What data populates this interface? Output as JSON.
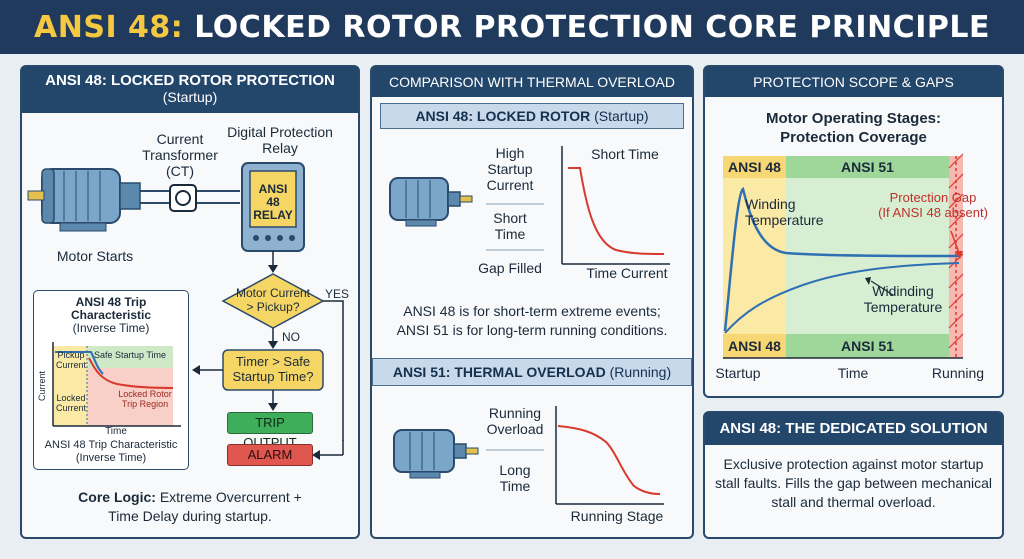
{
  "header": {
    "title_accent": "ANSI 48:",
    "title_rest": " LOCKED ROTOR PROTECTION CORE PRINCIPLE"
  },
  "left": {
    "heading": "ANSI 48: LOCKED ROTOR PROTECTION",
    "heading_sub": "(Startup)",
    "ct_label_1": "Current",
    "ct_label_2": "Transformer",
    "ct_label_3": "(CT)",
    "relay_label_1": "Digital Protection",
    "relay_label_2": "Relay",
    "relay_screen_1": "ANSI",
    "relay_screen_2": "48",
    "relay_screen_3": "RELAY",
    "motor_label": "Motor Starts",
    "decision1_1": "Motor Current",
    "decision1_2": "> Pickup?",
    "yes": "YES",
    "no": "NO",
    "decision2_1": "Timer > Safe",
    "decision2_2": "Startup Time?",
    "trip": "TRIP OUTPUT",
    "alarm": "ALARM",
    "chart_title_1": "ANSI 48 Trip",
    "chart_title_2": "Characteristic",
    "chart_title_3": "(Inverse Time)",
    "chart_pickup_1": "Pickup",
    "chart_pickup_2": "Current",
    "chart_safe": "Safe Startup Time",
    "chart_locked_1": "Locked",
    "chart_locked_2": "Current",
    "chart_region_1": "Locked Rotor",
    "chart_region_2": "Trip Region",
    "chart_ylabel": "Current",
    "chart_xlabel": "Time",
    "chart_caption_1": "ANSI 48 Trip Characteristic",
    "chart_caption_2": "(Inverse Time)",
    "core_bold": "Core Logic:",
    "core_rest": " Extreme Overcurrent +",
    "core_line2": "Time Delay during startup."
  },
  "middle": {
    "heading": "COMPARISON WITH THERMAL OVERLOAD",
    "sec1_bold": "ANSI 48: LOCKED ROTOR",
    "sec1_rest": " (Startup)",
    "high_1": "High",
    "high_2": "Startup",
    "high_3": "Current",
    "short_1": "Short",
    "short_2": "Time",
    "gap": "Gap Filled",
    "c1_top": "Short Time",
    "c1_bottom": "Time Current",
    "summary_1": "ANSI 48 is for short-term extreme events;",
    "summary_2": "ANSI 51 is for long-term running conditions.",
    "sec2_bold": "ANSI 51: THERMAL OVERLOAD",
    "sec2_rest": " (Running)",
    "run_1": "Running",
    "run_2": "Overload",
    "long_1": "Long",
    "long_2": "Time",
    "c2_bottom": "Running Stage"
  },
  "right": {
    "heading": "PROTECTION SCOPE & GAPS",
    "title_1": "Motor Operating Stages:",
    "title_2": "Protection Coverage",
    "a48_top": "ANSI 48",
    "a51_top": "ANSI 51",
    "a48_bottom": "ANSI 48",
    "a51_bottom": "ANSI 51",
    "winding_1": "Winding",
    "winding_2": "Temperature",
    "gap_1": "Protection Gap",
    "gap_2": "(If ANSI 48 absent)",
    "widinding_1": "Widinding",
    "widinding_2": "Temperature",
    "x_start": "Startup",
    "x_time": "Time",
    "x_run": "Running",
    "sol_heading": "ANSI 48: THE DEDICATED SOLUTION",
    "sol_1": "Exclusive protection against motor startup",
    "sol_2": "stall faults. Fills the gap between mechanical",
    "sol_3": "stall and thermal overload."
  },
  "colors": {
    "navy": "#1f3a5c",
    "accent": "#f5c842",
    "trip": "#3fae5a",
    "alarm": "#e0574f",
    "ansi48": "#f7d774",
    "ansi51": "#9fd69a"
  }
}
